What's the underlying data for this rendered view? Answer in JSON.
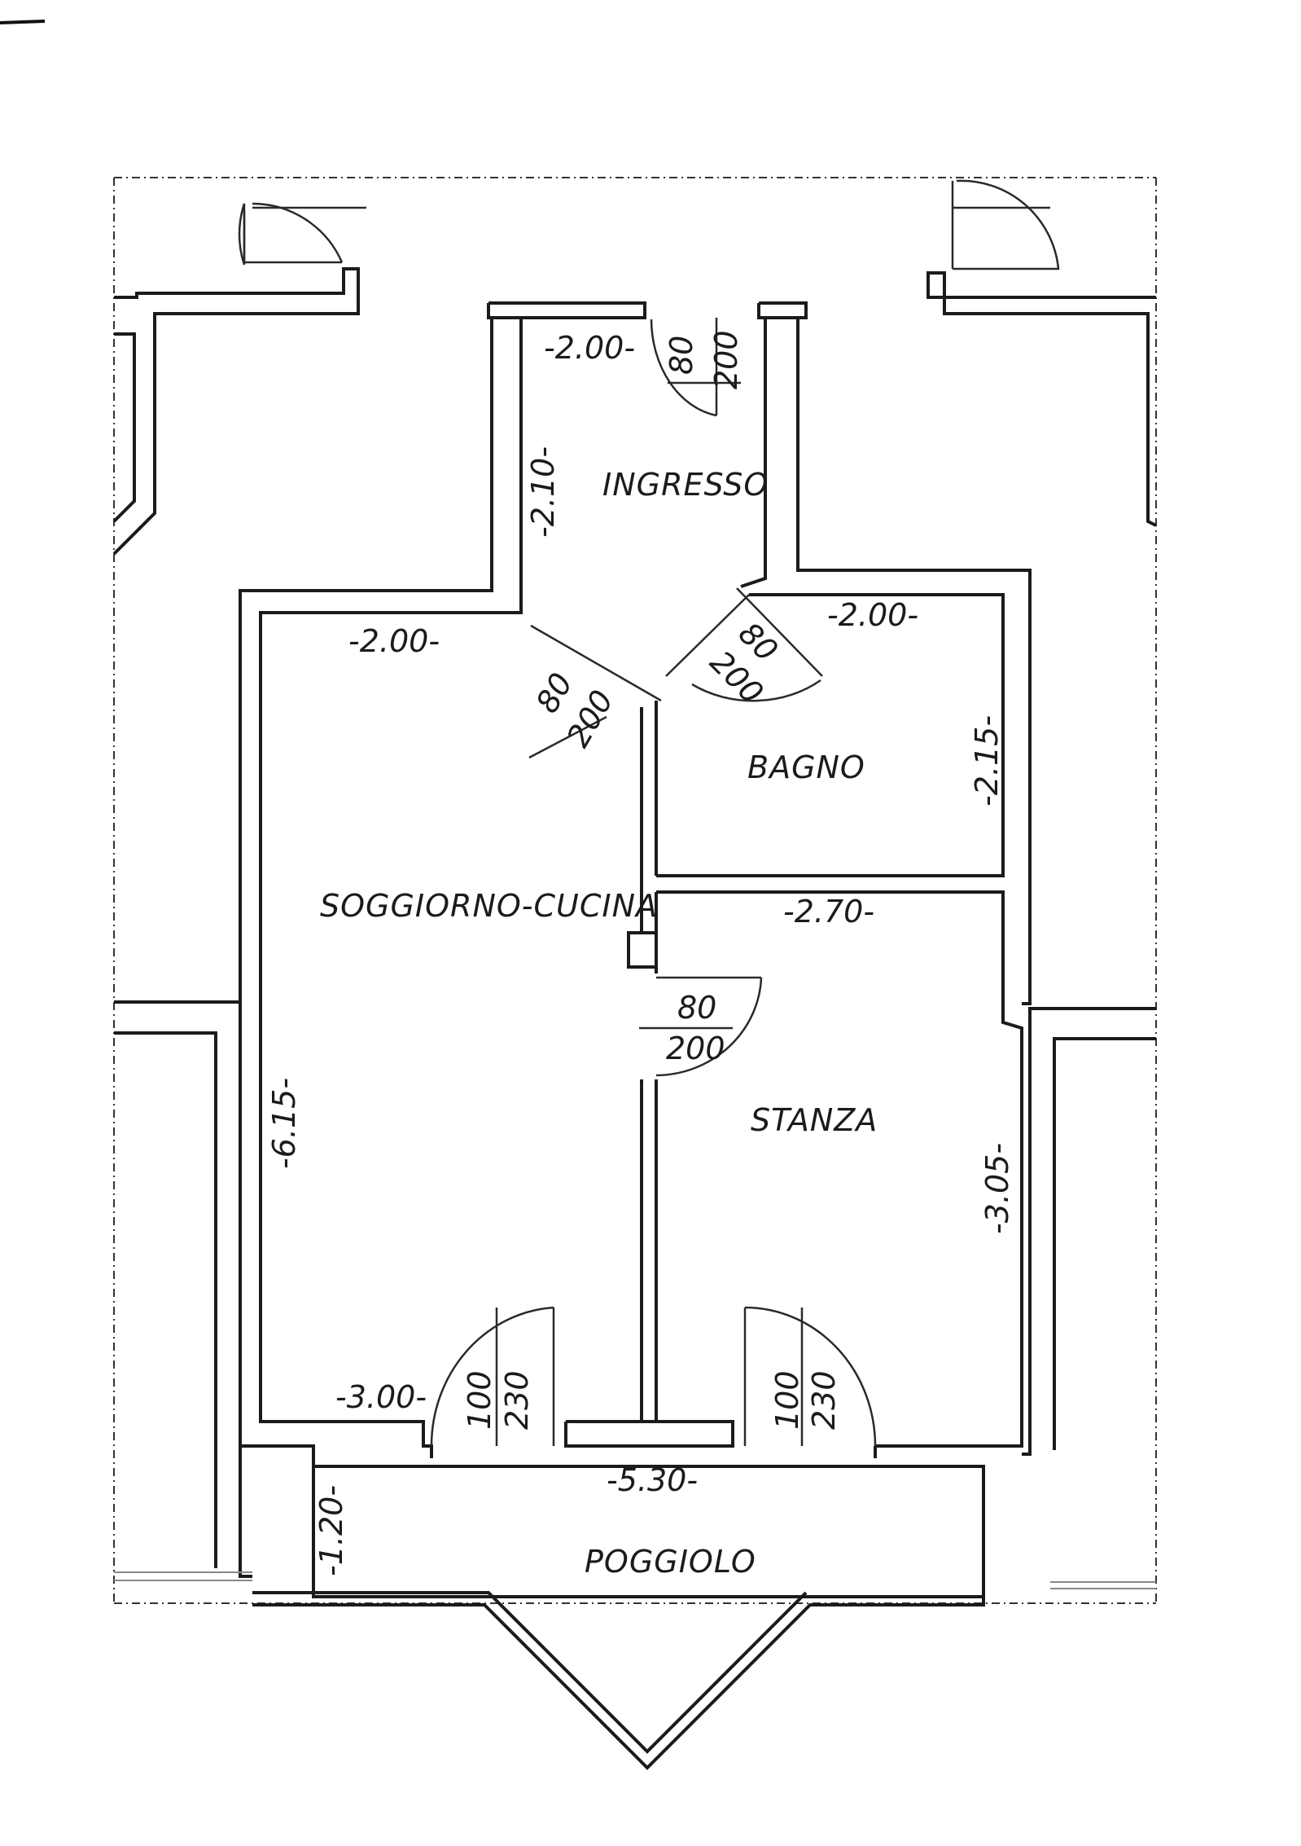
{
  "rooms": {
    "ingresso": "INGRESSO",
    "bagno": "BAGNO",
    "soggiorno_cucina": "SOGGIORNO-CUCINA",
    "stanza": "STANZA",
    "poggiolo": "POGGIOLO"
  },
  "dimensions": {
    "ingresso_width": "-2.00-",
    "ingresso_depth": "-2.10-",
    "soggiorno_top": "-2.00-",
    "bagno_width": "-2.00-",
    "bagno_depth": "-2.15-",
    "stanza_width": "-2.70-",
    "soggiorno_depth": "-6.15-",
    "stanza_depth": "-3.05-",
    "soggiorno_bottom": "-3.00-",
    "poggiolo_width": "-5.30-",
    "poggiolo_depth": "-1.20-"
  },
  "doors": {
    "entrance": {
      "width": "80",
      "height": "200"
    },
    "soggiorno": {
      "width": "80",
      "height": "200"
    },
    "bagno": {
      "width": "80",
      "height": "200"
    },
    "stanza": {
      "width": "80",
      "height": "200"
    },
    "balcony_left": {
      "width": "100",
      "height": "230"
    },
    "balcony_right": {
      "width": "100",
      "height": "230"
    }
  },
  "colors": {
    "ink": "#1b1b1b",
    "paper": "#ffffff"
  }
}
